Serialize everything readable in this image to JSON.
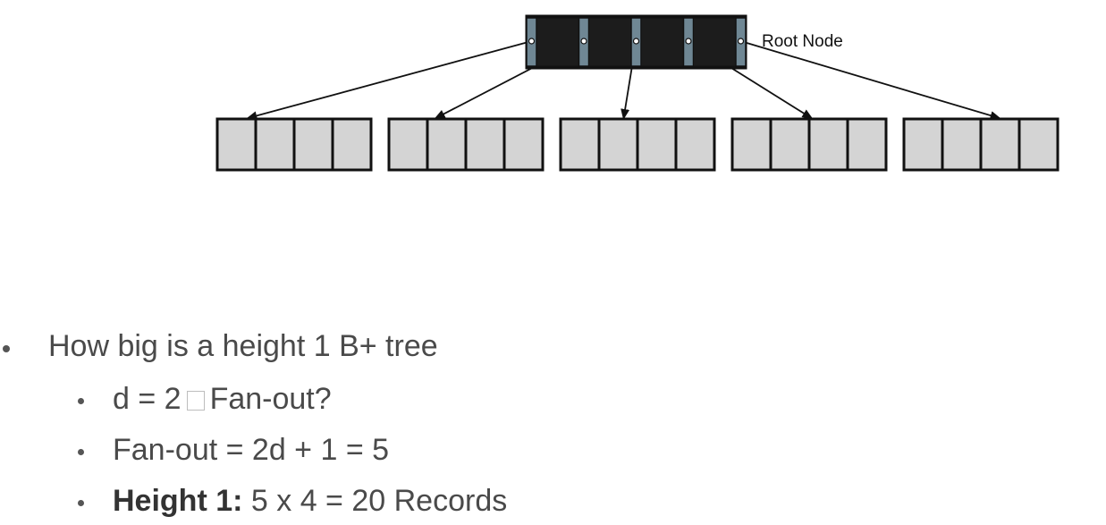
{
  "diagram": {
    "root_label": "Root Node",
    "root_pointer_count": 5,
    "root_key_count": 4,
    "leaf_count": 5,
    "slots_per_leaf": 4,
    "colors": {
      "root_fill": "#1c1c1c",
      "pointer_fill": "#6f8794",
      "leaf_fill": "#d4d4d4",
      "stroke": "#111111"
    }
  },
  "bullets": {
    "q": "How big is a height 1 B+ tree",
    "sub1_left": "d = 2",
    "sub1_glyph": "box-icon",
    "sub1_right": "Fan-out?",
    "sub2": "Fan-out = 2d + 1 = 5",
    "sub3_bold": "Height 1:",
    "sub3_rest": " 5 x 4 = 20 Records"
  }
}
